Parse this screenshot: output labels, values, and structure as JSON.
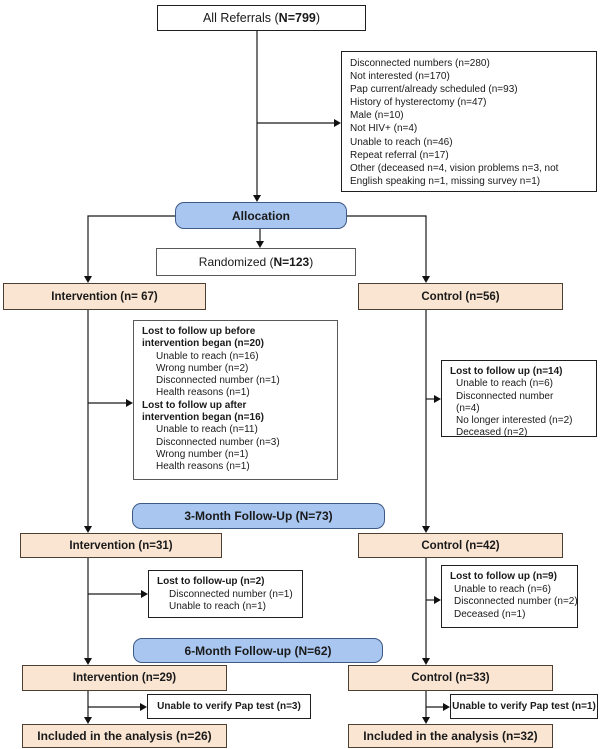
{
  "colors": {
    "stage_fill_blue": "#a8c6f0",
    "stage_border_blue": "#3d5a85",
    "group_fill_peach": "#fae5d3",
    "group_border": "#4d4033",
    "connector": "#1a1a1a"
  },
  "boxes": {
    "all_referrals": {
      "pre": "All Referrals (",
      "bold": "N=799",
      "post": ")"
    },
    "exclusions": {
      "lines": [
        {
          "text": "Disconnected numbers (n=280)",
          "bold": false,
          "indent": 0
        },
        {
          "text": "Not interested (n=170)",
          "bold": false,
          "indent": 0
        },
        {
          "text": "Pap current/already scheduled (n=93)",
          "bold": false,
          "indent": 0
        },
        {
          "text": "History of hysterectomy (n=47)",
          "bold": false,
          "indent": 0
        },
        {
          "text": "Male (n=10)",
          "bold": false,
          "indent": 0
        },
        {
          "text": "Not HIV+ (n=4)",
          "bold": false,
          "indent": 0
        },
        {
          "text": "Unable to reach (n=46)",
          "bold": false,
          "indent": 0
        },
        {
          "text": "Repeat referral (n=17)",
          "bold": false,
          "indent": 0
        },
        {
          "text": "Other (deceased n=4, vision problems n=3, not",
          "bold": false,
          "indent": 0
        },
        {
          "text": "English speaking n=1, missing survey n=1)",
          "bold": false,
          "indent": 0
        }
      ]
    },
    "allocation": {
      "label": "Allocation"
    },
    "randomized": {
      "pre": "Randomized (",
      "bold": "N=123",
      "post": ")"
    },
    "intervention_67": {
      "label": "Intervention (n= 67)"
    },
    "control_56": {
      "label": "Control (n=56)"
    },
    "lost_intervention": {
      "lines": [
        {
          "text": "Lost to follow up before",
          "bold": true,
          "indent": 0
        },
        {
          "text": "intervention began (n=20)",
          "bold": true,
          "indent": 0
        },
        {
          "text": "Unable to reach (n=16)",
          "bold": false,
          "indent": 14
        },
        {
          "text": "Wrong number (n=2)",
          "bold": false,
          "indent": 14
        },
        {
          "text": "Disconnected number (n=1)",
          "bold": false,
          "indent": 14
        },
        {
          "text": "Health reasons (n=1)",
          "bold": false,
          "indent": 14
        },
        {
          "text": "Lost to follow up after",
          "bold": true,
          "indent": 0
        },
        {
          "text": "intervention began (n=16)",
          "bold": true,
          "indent": 0
        },
        {
          "text": "Unable to reach (n=11)",
          "bold": false,
          "indent": 14
        },
        {
          "text": "Disconnected number (n=3)",
          "bold": false,
          "indent": 14
        },
        {
          "text": "Wrong number (n=1)",
          "bold": false,
          "indent": 14
        },
        {
          "text": "Health reasons (n=1)",
          "bold": false,
          "indent": 14
        }
      ]
    },
    "lost_control_14": {
      "lines": [
        {
          "text": "Lost to follow up (n=14)",
          "bold": true,
          "indent": 0
        },
        {
          "text": "Unable to reach (n=6)",
          "bold": false,
          "indent": 6
        },
        {
          "text": "Disconnected number",
          "bold": false,
          "indent": 6
        },
        {
          "text": "(n=4)",
          "bold": false,
          "indent": 6
        },
        {
          "text": "No longer interested (n=2)",
          "bold": false,
          "indent": 6
        },
        {
          "text": "Deceased (n=2)",
          "bold": false,
          "indent": 6
        }
      ]
    },
    "followup_3m": {
      "label": "3-Month Follow-Up (N=73)"
    },
    "intervention_31": {
      "label": "Intervention (n=31)"
    },
    "control_42": {
      "label": "Control (n=42)"
    },
    "lost_intervention_2": {
      "lines": [
        {
          "text": "Lost to follow-up (n=2)",
          "bold": true,
          "indent": 0
        },
        {
          "text": "Disconnected number (n=1)",
          "bold": false,
          "indent": 12
        },
        {
          "text": "Unable to reach (n=1)",
          "bold": false,
          "indent": 12
        }
      ]
    },
    "lost_control_9": {
      "lines": [
        {
          "text": "Lost to follow up (n=9)",
          "bold": true,
          "indent": 0
        },
        {
          "text": "Unable to reach (n=6)",
          "bold": false,
          "indent": 4
        },
        {
          "text": "Disconnected number (n=2)",
          "bold": false,
          "indent": 4
        },
        {
          "text": "Deceased (n=1)",
          "bold": false,
          "indent": 4
        }
      ]
    },
    "followup_6m": {
      "label": "6-Month Follow-up (N=62)"
    },
    "intervention_29": {
      "label": "Intervention (n=29)"
    },
    "control_33": {
      "label": "Control (n=33)"
    },
    "unable_pap_3": {
      "label": "Unable to verify Pap test (n=3)"
    },
    "unable_pap_1": {
      "label": "Unable to verify Pap test (n=1)"
    },
    "included_26": {
      "label": "Included in the analysis (n=26)"
    },
    "included_32": {
      "label": "Included in the analysis (n=32)"
    }
  }
}
